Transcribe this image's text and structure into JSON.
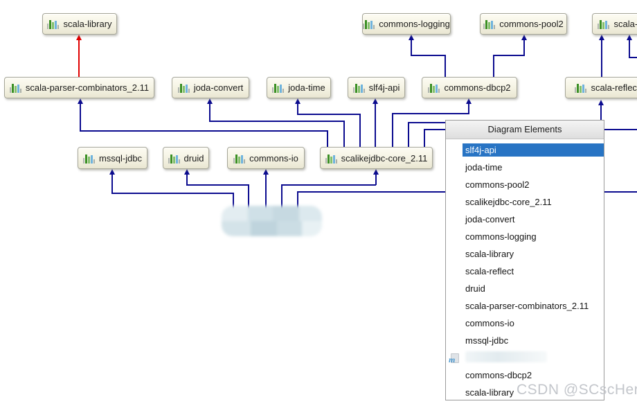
{
  "colors": {
    "edge": "#0b0b8f",
    "edge_highlight": "#e00000",
    "selection_blue": "#2874c4",
    "node_fill": "#f2f0df",
    "node_border": "#a6a698"
  },
  "diagram": {
    "nodes": [
      {
        "label": "scala-library"
      },
      {
        "label": "commons-logging"
      },
      {
        "label": "commons-pool2"
      },
      {
        "label": "scala-library"
      },
      {
        "label": "scala-parser-combinators_2.11"
      },
      {
        "label": "joda-convert"
      },
      {
        "label": "joda-time"
      },
      {
        "label": "slf4j-api"
      },
      {
        "label": "commons-dbcp2"
      },
      {
        "label": "scala-reflect"
      },
      {
        "label": "mssql-jdbc"
      },
      {
        "label": "druid"
      },
      {
        "label": "commons-io"
      },
      {
        "label": "scalikejdbc-core_2.11"
      }
    ],
    "root_node": {
      "label": "",
      "redacted": true
    }
  },
  "popup": {
    "title": "Diagram Elements",
    "items": [
      {
        "label": "slf4j-api",
        "icon": "library-icon",
        "selected": true
      },
      {
        "label": "joda-time",
        "icon": "library-icon"
      },
      {
        "label": "commons-pool2",
        "icon": "library-icon"
      },
      {
        "label": "scalikejdbc-core_2.11",
        "icon": "library-icon"
      },
      {
        "label": "joda-convert",
        "icon": "library-icon"
      },
      {
        "label": "commons-logging",
        "icon": "library-icon"
      },
      {
        "label": "scala-library",
        "icon": "library-icon"
      },
      {
        "label": "scala-reflect",
        "icon": "library-icon"
      },
      {
        "label": "druid",
        "icon": "library-icon"
      },
      {
        "label": "scala-parser-combinators_2.11",
        "icon": "library-icon"
      },
      {
        "label": "commons-io",
        "icon": "library-icon"
      },
      {
        "label": "mssql-jdbc",
        "icon": "library-icon"
      },
      {
        "label": "",
        "icon": "maven-module-icon",
        "redacted": true
      },
      {
        "label": "commons-dbcp2",
        "icon": "library-icon"
      },
      {
        "label": "scala-library",
        "icon": "library-icon"
      }
    ]
  },
  "watermark": "CSDN @SCscHero"
}
